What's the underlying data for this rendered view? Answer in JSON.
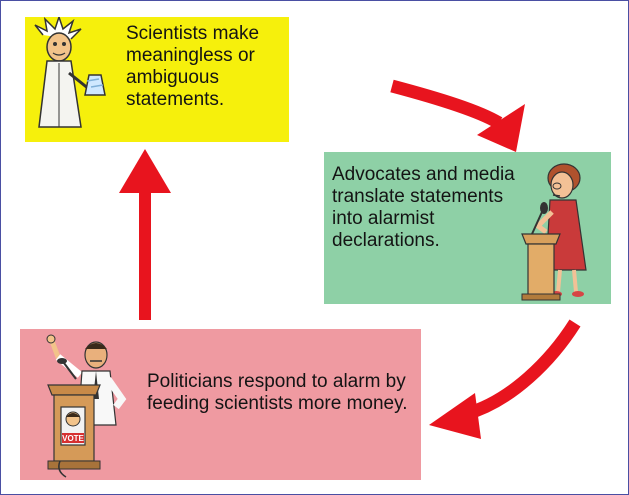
{
  "nodes": [
    {
      "id": "scientists",
      "text": "Scientists make meaningless or ambiguous statements.",
      "color": "#f6f00c",
      "icon": "scientist-icon"
    },
    {
      "id": "advocates",
      "text": "Advocates and media translate statements into alarmist declarations.",
      "color": "#8ed0a6",
      "icon": "speaker-at-podium-icon"
    },
    {
      "id": "politicians",
      "text": "Politicians respond to alarm by feeding scientists more money.",
      "color": "#ef9aa1",
      "icon": "politician-at-podium-icon"
    }
  ],
  "edges": [
    {
      "from": "scientists",
      "to": "advocates"
    },
    {
      "from": "advocates",
      "to": "politicians"
    },
    {
      "from": "politicians",
      "to": "scientists"
    }
  ],
  "arrow_color": "#e8141e",
  "podium_sign": "VOTE"
}
